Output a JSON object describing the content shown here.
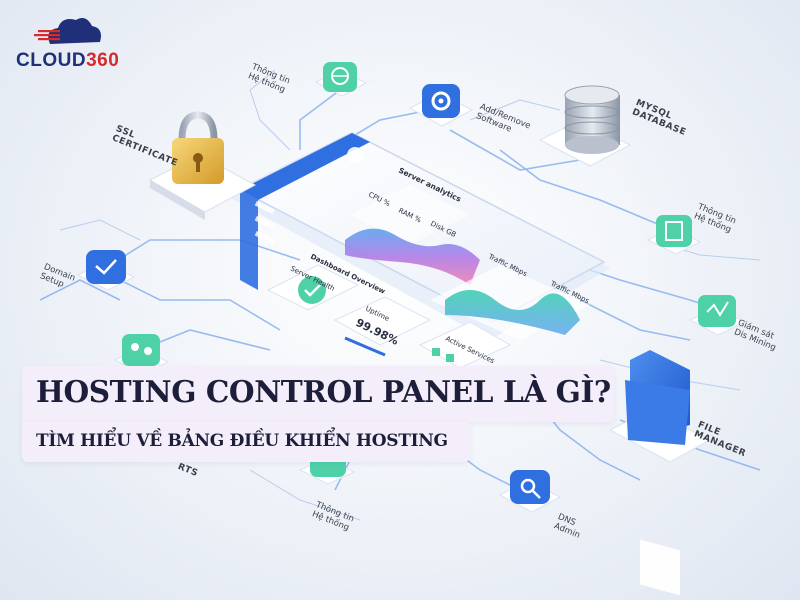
{
  "brand": {
    "part1": "CLOUD",
    "part2": "360"
  },
  "title": "HOSTING CONTROL PANEL LÀ GÌ?",
  "subtitle": "TÌM HIỂU VỀ BẢNG ĐIỀU KHIỂN HOSTING",
  "labels": {
    "ssl": "SSL\nCERTIFICATE",
    "thong_tin_top": "Thông tin\nHệ thống",
    "add_remove": "Add/Remove\nSoftware",
    "mysql": "MYSQL\nDATABASE",
    "thong_tin_right": "Thông tin\nHệ thống",
    "domain": "Domain\nSetup",
    "giam_sat": "Giám sát\nDis Mining",
    "file_manager": "FILE\nMANAGER",
    "thong_tin_bottom": "Thông tin\nHệ thống",
    "dns": "DNS\nAdmin",
    "rts": "RTS"
  },
  "dashboard": {
    "title": "Server analytics",
    "legend": [
      "CPU %",
      "RAM %",
      "Disk GB"
    ],
    "overview": "Dashboard Overview",
    "health": "Server Health",
    "traffic": "Traffic Mbps",
    "traffic_legend": "Traffic Mbps",
    "uptime_label": "Uptime",
    "uptime_value": "99.98%",
    "services": "Active Services"
  },
  "colors": {
    "brand_navy": "#1f2f7a",
    "brand_red": "#d62b2b",
    "accent_blue": "#2f6fe0",
    "accent_teal": "#3cc9a0",
    "title_bg": "#f3eef9"
  }
}
